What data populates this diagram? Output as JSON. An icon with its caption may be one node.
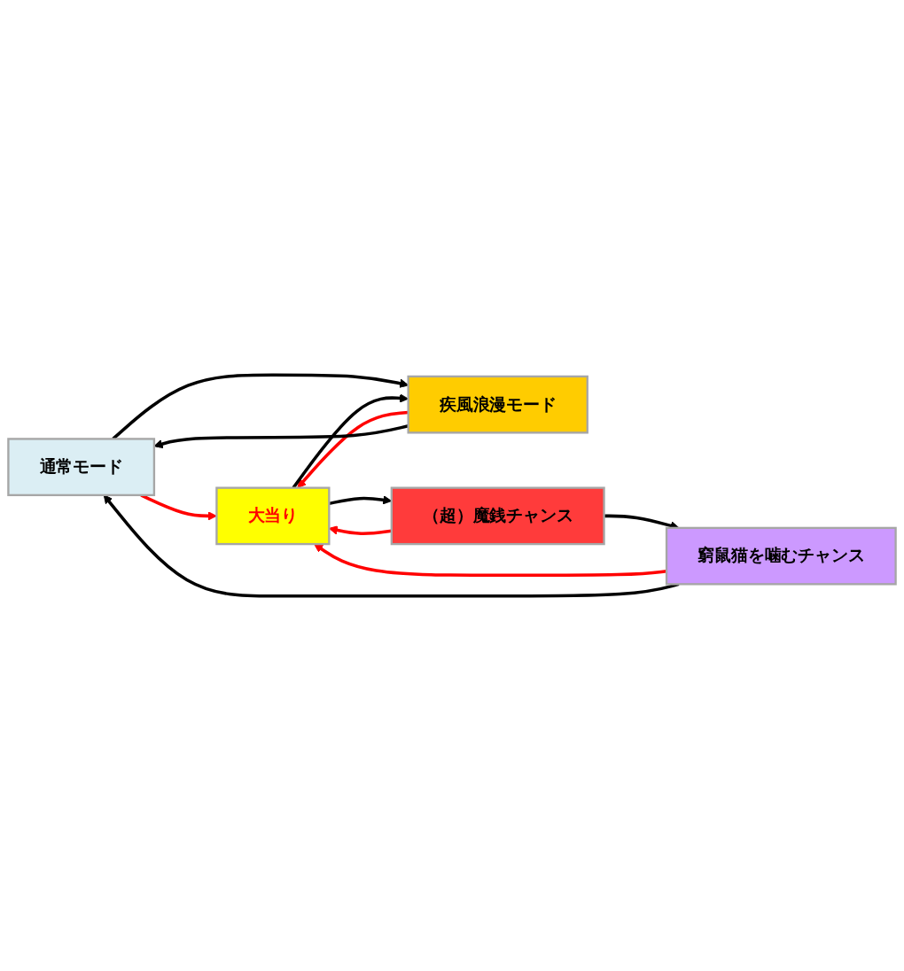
{
  "diagram": {
    "nodes": [
      {
        "text": [
          "通常モード"
        ]
      },
      {
        "text": [
          "疾風浪漫モード"
        ]
      },
      {
        "text": [
          "大当り"
        ]
      },
      {
        "text": [
          "窮鼠猫を噛むチャンス"
        ]
      },
      {
        "text": [
          "（超）魔銭チャンス"
        ]
      }
    ],
    "edges": [
      {
        "from": 0,
        "to": 2,
        "arrow": "to",
        "color": "#ff0000"
      },
      {
        "from": 4,
        "to": 2,
        "arrow": "to",
        "color": "#ff0000"
      },
      {
        "from": 2,
        "to": 4,
        "arrow": "to"
      },
      {
        "from": 0,
        "to": 1,
        "arrow": "to"
      },
      {
        "from": 1,
        "to": 2,
        "arrow": "to",
        "color": "#ff0000"
      },
      {
        "from": 2,
        "to": 1,
        "arrow": "to"
      },
      {
        "from": 1,
        "to": 0,
        "arrow": "to"
      },
      {
        "from": 3,
        "to": 2,
        "arrow": "to",
        "color": "#ff0000"
      },
      {
        "from": 4,
        "to": 3,
        "arrow": "to"
      },
      {
        "from": 3,
        "to": 0,
        "arrow": "to"
      }
    ]
  }
}
